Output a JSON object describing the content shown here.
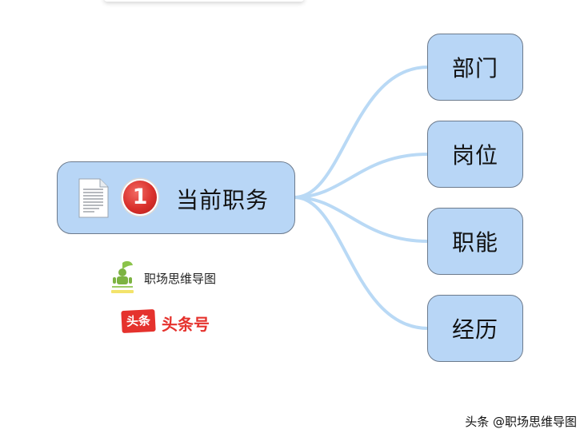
{
  "mind_map": {
    "central": {
      "badge_number": "1",
      "label": "当前职务",
      "icon": "document-icon"
    },
    "branches": [
      {
        "label": "部门"
      },
      {
        "label": "岗位"
      },
      {
        "label": "职能"
      },
      {
        "label": "经历"
      }
    ],
    "colors": {
      "node_fill": "#b8d6f6",
      "node_border": "#6c7a8c",
      "connector": "#b9d9f5",
      "badge": "#d9302b"
    }
  },
  "logos": {
    "brand1_text": "职场思维导图",
    "brand2_badge": "头条",
    "brand2_text": "头条号"
  },
  "watermark": "头条 @职场思维导图"
}
